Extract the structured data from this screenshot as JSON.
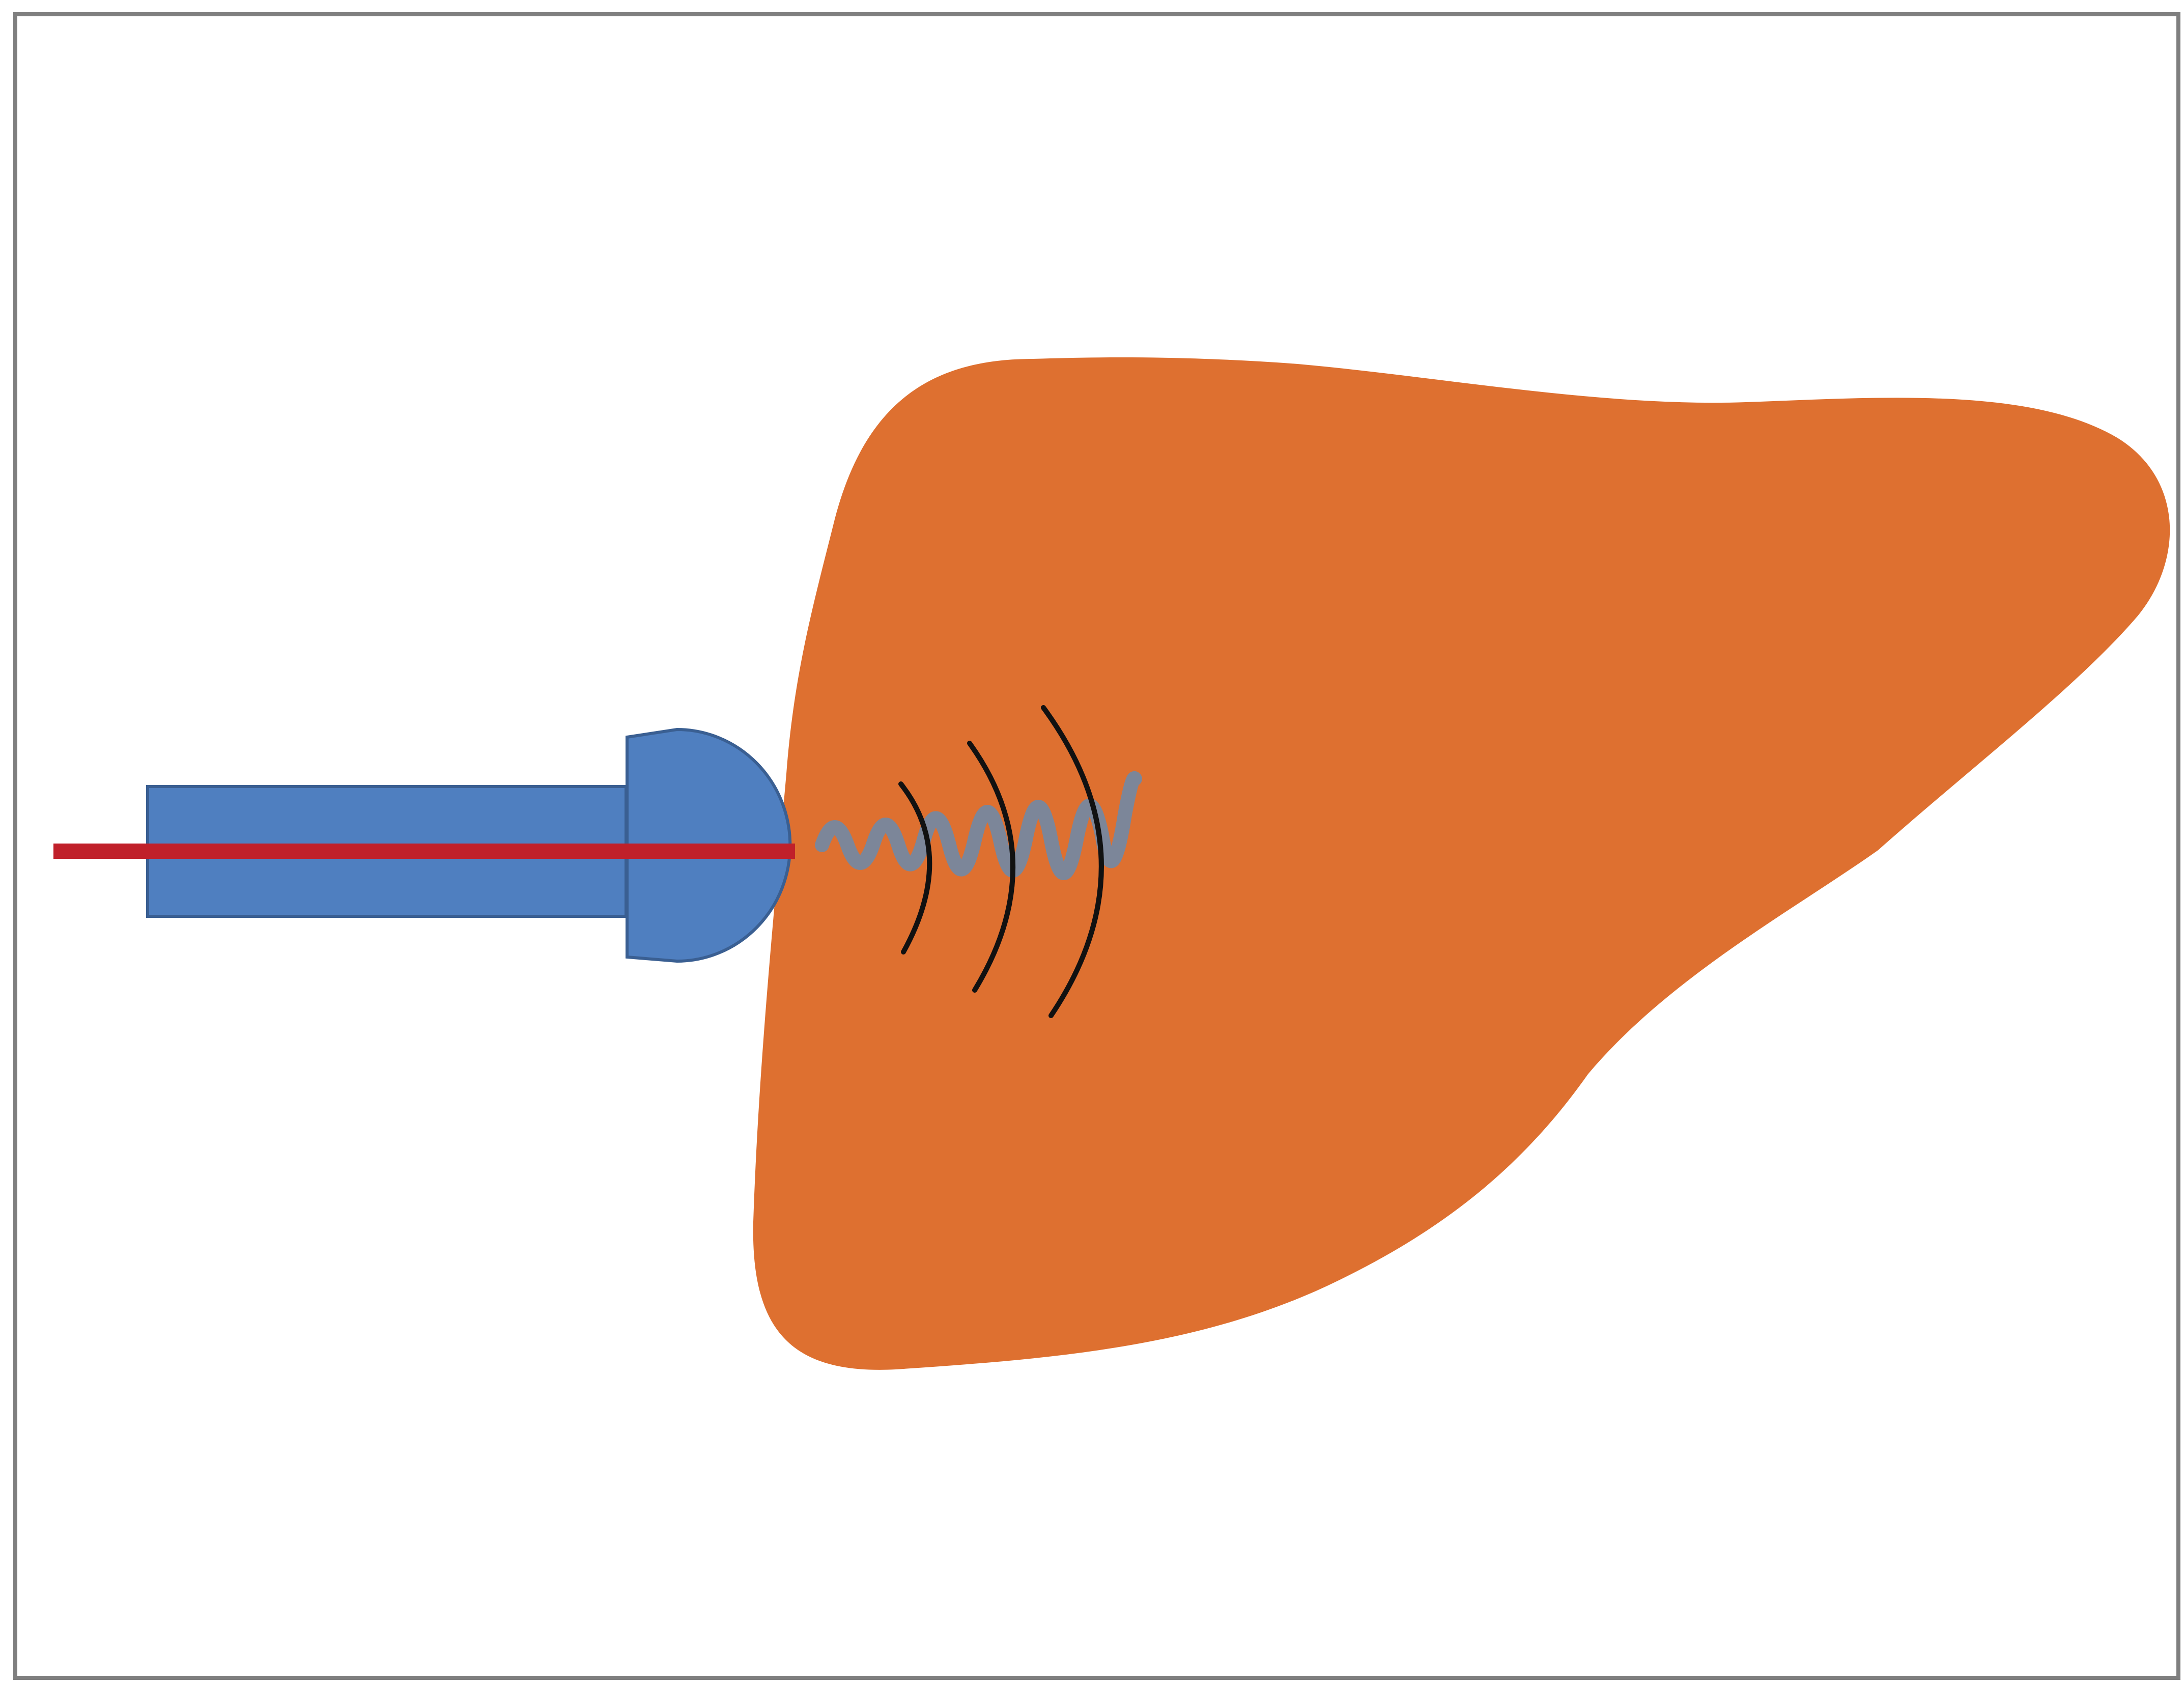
{
  "diagram": {
    "elements": [
      {
        "name": "liver-organ",
        "icon": "liver-icon"
      },
      {
        "name": "ultrasound-probe",
        "icon": "probe-icon"
      },
      {
        "name": "probe-axis-line",
        "icon": "line-icon"
      },
      {
        "name": "shear-wave",
        "icon": "wave-icon"
      },
      {
        "name": "wavefront-arcs",
        "icon": "arc-icon",
        "count": 3
      }
    ],
    "colors": {
      "background": "#ffffff",
      "frame": "#7f7f7f",
      "liver": "#de7030",
      "probe_fill": "#4f7fc0",
      "probe_stroke": "#3a5f92",
      "axis_line": "#c0202a",
      "shear_wave": "#7c8699",
      "wavefront": "#111111"
    }
  }
}
